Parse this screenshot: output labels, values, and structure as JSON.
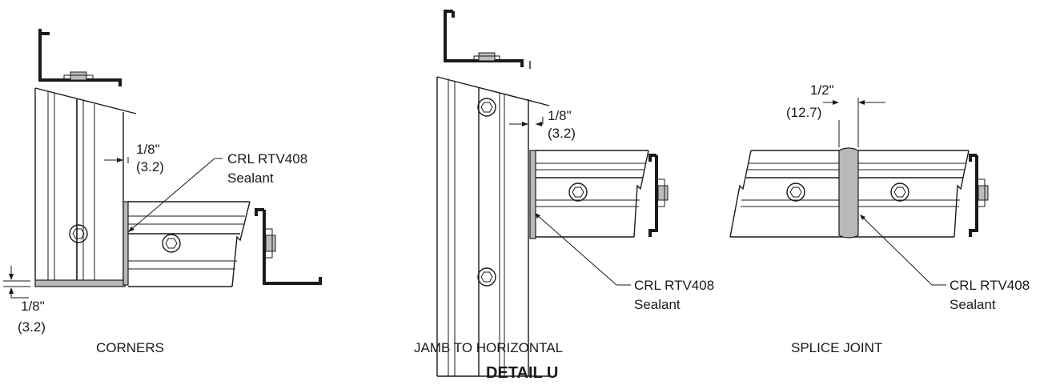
{
  "corners": {
    "caption": "CORNERS",
    "gap_top": "1/8\"",
    "gap_top_mm": "(3.2)",
    "gap_bottom": "1/8\"",
    "gap_bottom_mm": "(3.2)",
    "sealant_line1": "CRL RTV408",
    "sealant_line2": "Sealant"
  },
  "jamb": {
    "caption": "JAMB TO HORIZONTAL",
    "gap": "1/8\"",
    "gap_mm": "(3.2)",
    "sealant_line1": "CRL RTV408",
    "sealant_line2": "Sealant"
  },
  "splice": {
    "caption": "SPLICE JOINT",
    "gap": "1/2\"",
    "gap_mm": "(12.7)",
    "sealant_line1": "CRL RTV408",
    "sealant_line2": "Sealant"
  },
  "title": "DETAIL U"
}
